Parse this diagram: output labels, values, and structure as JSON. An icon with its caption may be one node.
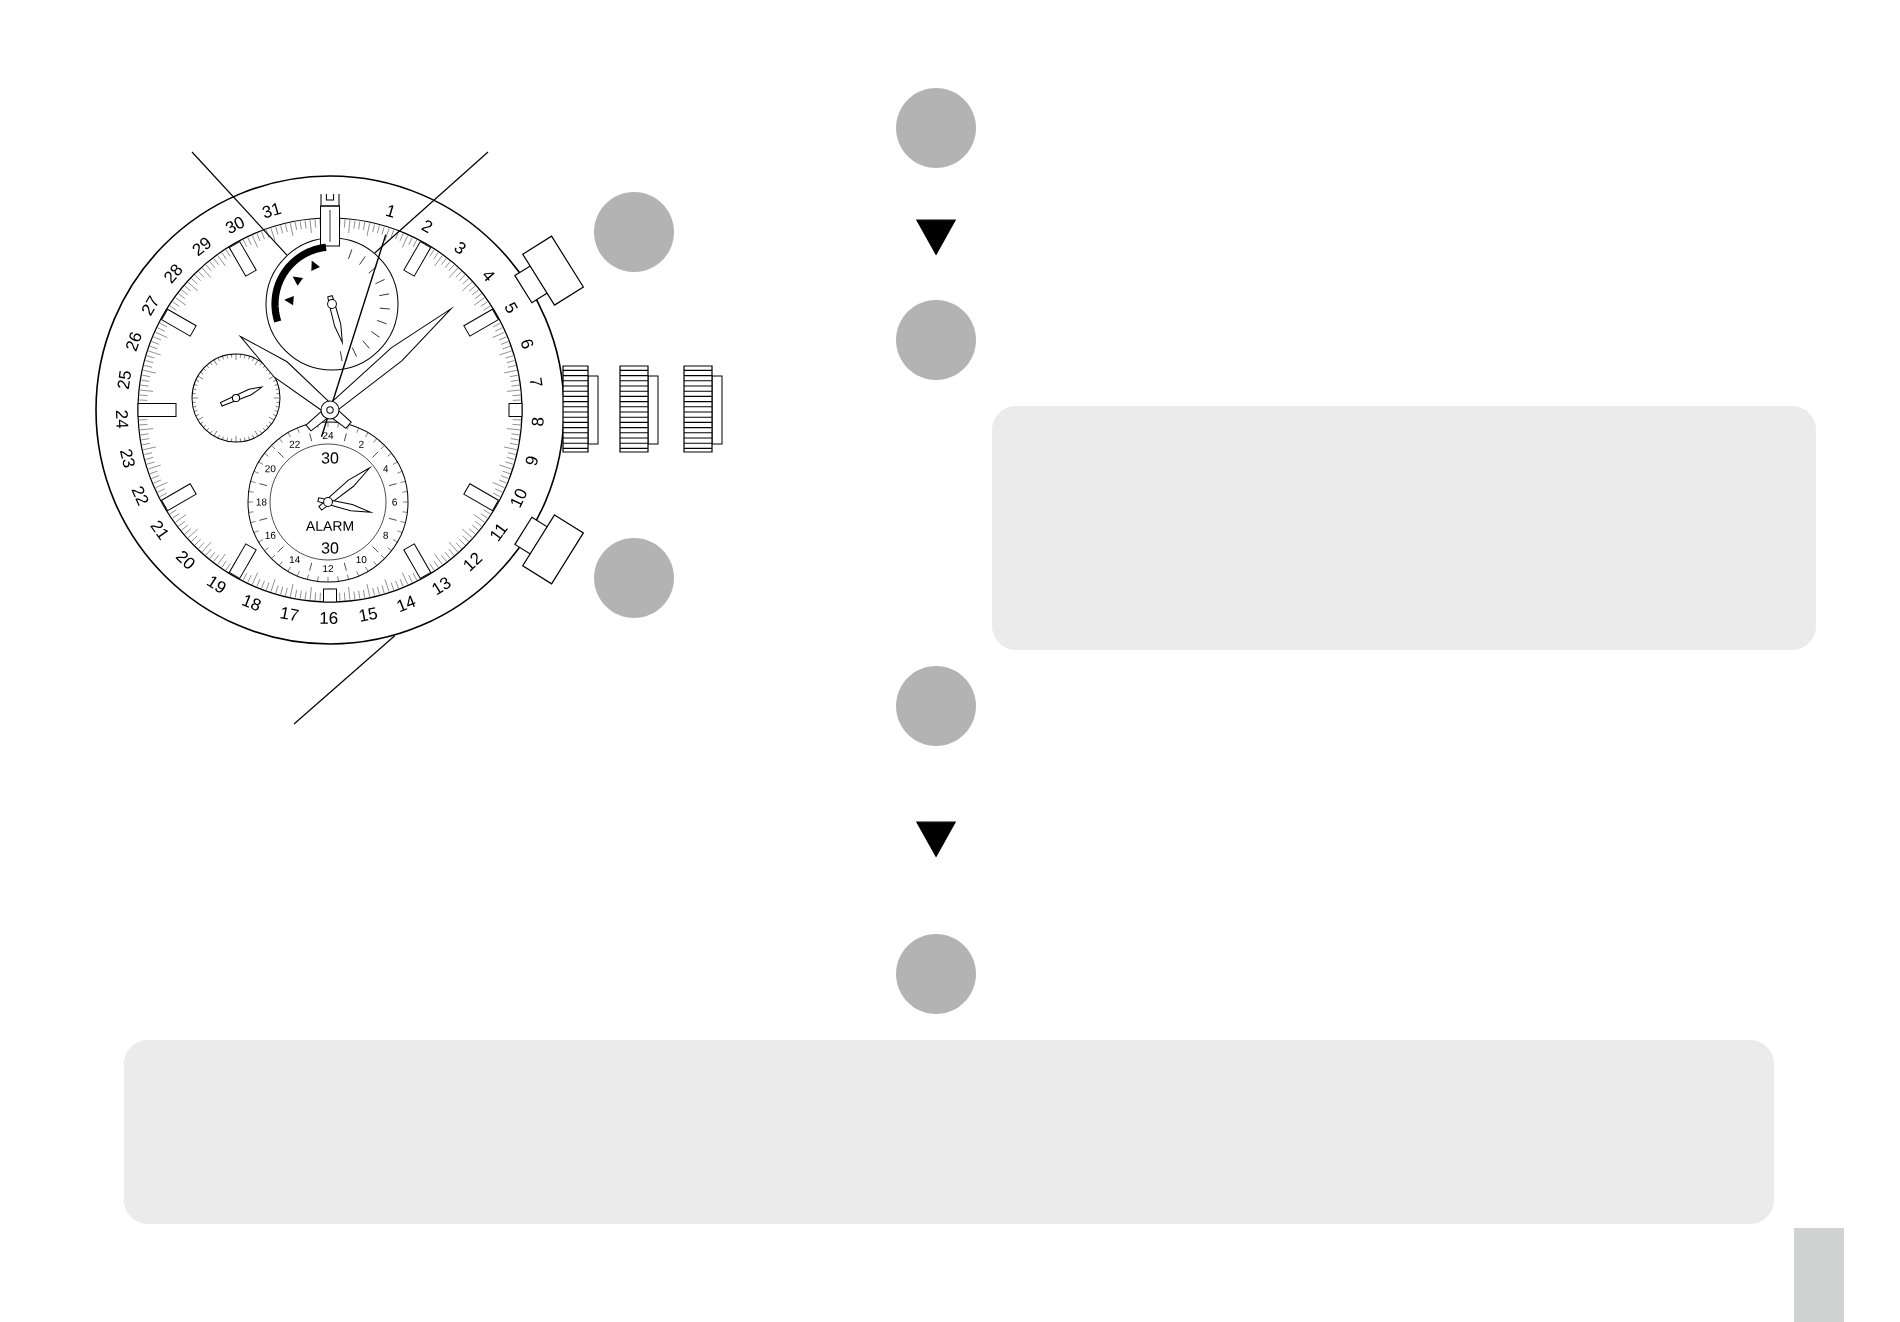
{
  "diagram": {
    "nodes": [
      {
        "text": [],
        "shape": "picture"
      },
      {
        "text": [],
        "shape": "circle",
        "in": 0
      },
      {
        "text": [],
        "shape": "circle"
      },
      {
        "text": [],
        "shape": "circle"
      },
      {
        "text": [],
        "shape": "circle"
      },
      {
        "text": [],
        "shape": "circle"
      },
      {
        "text": [],
        "shape": "box"
      },
      {
        "text": [],
        "shape": "circle"
      },
      {
        "text": [],
        "shape": "circle"
      },
      {
        "text": [],
        "shape": "box"
      },
      {
        "text": [],
        "shape": "bar"
      }
    ],
    "edges": [
      {
        "from": null,
        "to": 1,
        "arrow": "none"
      },
      {
        "from": null,
        "to": 1,
        "arrow": "none"
      },
      {
        "from": null,
        "to": 0,
        "arrow": "none"
      },
      {
        "from": 4,
        "to": 5,
        "arrow": "to"
      },
      {
        "from": 7,
        "to": 8,
        "arrow": "to"
      }
    ],
    "labels": [
      "1",
      "2",
      "3",
      "4",
      "5",
      "6",
      "7",
      "8",
      "9",
      "10",
      "11",
      "12",
      "13",
      "14",
      "15",
      "16",
      "17",
      "18",
      "19",
      "20",
      "21",
      "22",
      "23",
      "24",
      "25",
      "26",
      "27",
      "28",
      "29",
      "30",
      "31",
      "30",
      "ALARM",
      "30",
      "24",
      "2",
      "4",
      "6",
      "8",
      "10",
      "12",
      "14",
      "16",
      "18",
      "20",
      "22"
    ]
  }
}
